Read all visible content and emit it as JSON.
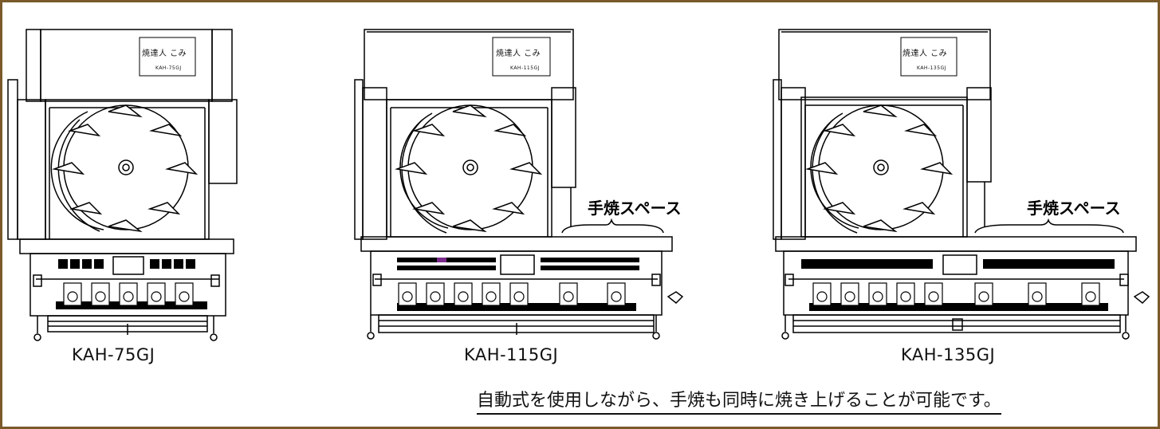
{
  "machines": [
    {
      "model": "KAH-75GJ",
      "brand_badge": "焼達人 こみ",
      "badge_code": "KAH-75GJ",
      "manual_space": ""
    },
    {
      "model": "KAH-115GJ",
      "brand_badge": "焼達人 こみ",
      "badge_code": "KAH-115GJ",
      "manual_space": "手焼スペース"
    },
    {
      "model": "KAH-135GJ",
      "brand_badge": "焼達人 こみ",
      "badge_code": "KAH-135GJ",
      "manual_space": "手焼スペース"
    }
  ],
  "caption": "自動式を使用しながら、手焼も同時に焼き上げることが可能です。",
  "colors": {
    "border": "#7a5a2a",
    "line": "#000000",
    "accent_display": "#7a2a8a"
  }
}
